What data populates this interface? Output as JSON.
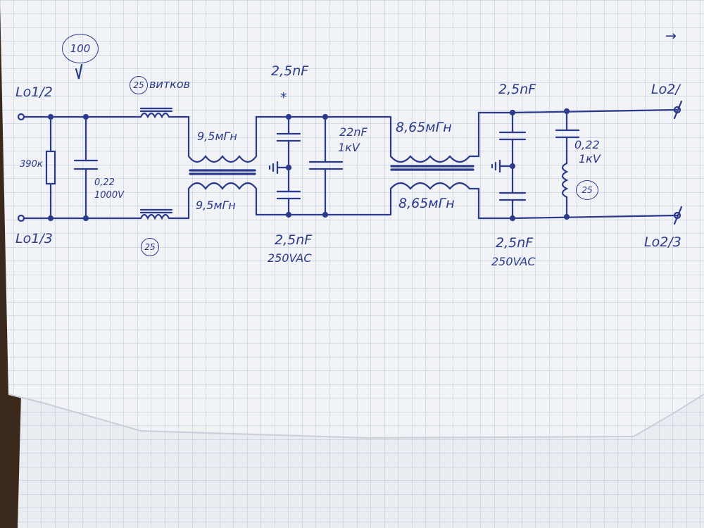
{
  "colors": {
    "ink": "#2b3a8c",
    "paper": "#eef0f4",
    "grid": "#b9c4d6",
    "table": "#3b2a1c"
  },
  "terminals": {
    "in_top": "Lo1/2",
    "in_bottom": "Lo1/3",
    "out_top": "Lo2/",
    "out_bottom": "Lo2/3"
  },
  "input_stage": {
    "circle_top": "100",
    "resistor": "390к",
    "capacitor_value": "0,22",
    "capacitor_voltage": "1000V",
    "choke_turns_top": "25",
    "choke_turns_top_note": "витков",
    "choke_turns_bottom": "25"
  },
  "common_mode_choke_1": {
    "top_winding": "9,5мГн",
    "bottom_winding": "9,5мГн"
  },
  "middle_caps": {
    "y_cap_top": "2,5nF",
    "y_cap_mark": "*",
    "x_cap_value": "22nF",
    "x_cap_voltage": "1кV",
    "y_cap_bottom": "2,5nF",
    "y_cap_bottom_voltage": "250VAC"
  },
  "common_mode_choke_2": {
    "top_winding": "8,65мГн",
    "bottom_winding": "8,65мГн"
  },
  "output_stage": {
    "y_cap_top": "2,5nF",
    "x_cap_value": "0,22",
    "x_cap_voltage": "1кV",
    "series_choke_turns": "25",
    "y_cap_bottom": "2,5nF",
    "y_cap_bottom_voltage": "250VAC",
    "arrow": "→"
  }
}
